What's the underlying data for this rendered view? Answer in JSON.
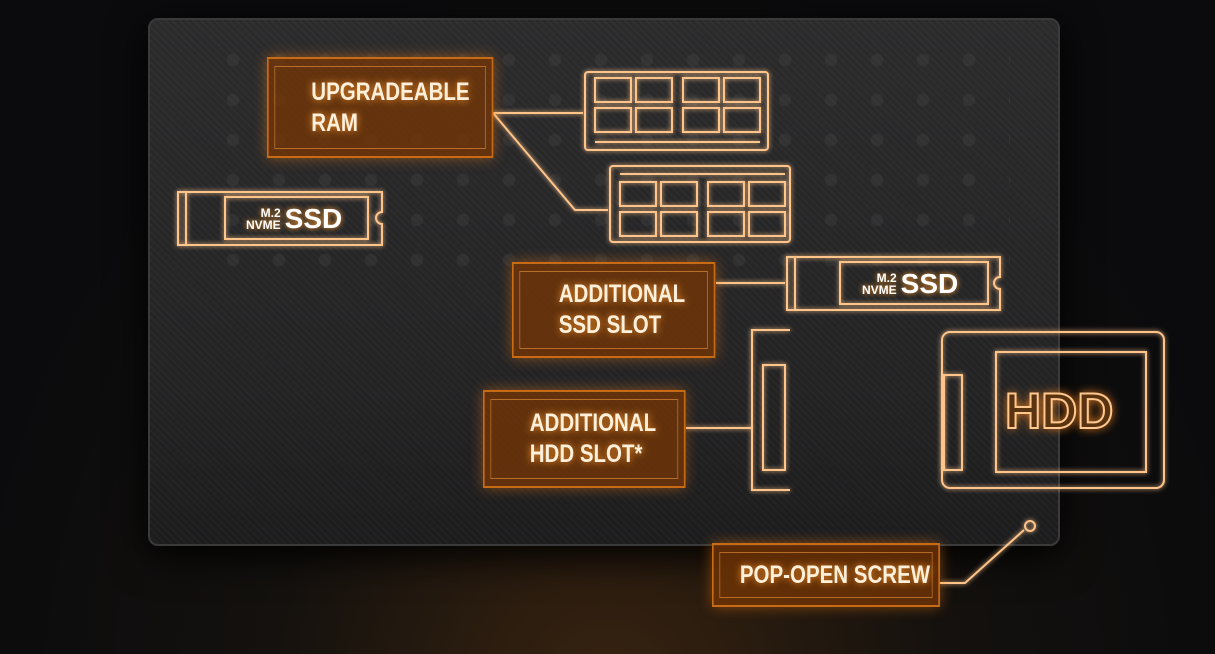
{
  "labels": {
    "ram": [
      "UPGRADEABLE",
      "RAM"
    ],
    "ssd_slot": [
      "ADDITIONAL",
      "SSD SLOT"
    ],
    "hdd_slot": [
      "ADDITIONAL",
      "HDD SLOT*"
    ],
    "screw": "POP-OPEN SCREW"
  },
  "ssd_card": {
    "line1": "M.2",
    "line2": "NVME",
    "main": "SSD"
  },
  "hdd_text": "HDD",
  "colors": {
    "accent": "#f08a2a",
    "label_bg": "#783705"
  }
}
